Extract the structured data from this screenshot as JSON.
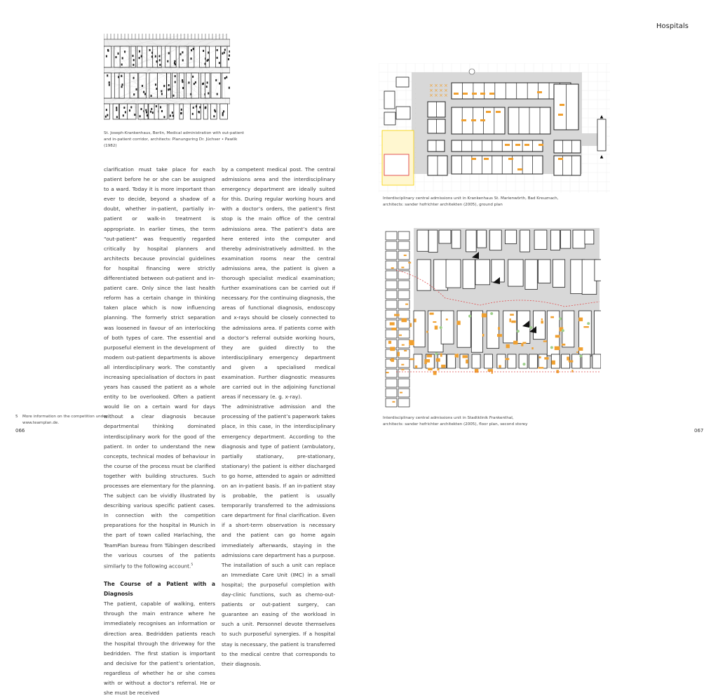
{
  "header": {
    "section": "Hospitals"
  },
  "figures": [
    {
      "caption": "St. Joseph-Krankenhaus, Berlin, Medical administration with out-patient and in-patient corridor, architects: Planungsring Dr. Jüchser • Pawlik (1982)"
    },
    {
      "caption_line1": "Interdisciplinary central admissions unit in Krankenhaus St. Marienwörth, Bad Kreuznach,",
      "caption_line2": "architects: sander hofrichter architekten (2005), ground plan"
    },
    {
      "caption_line1": "Interdisciplinary central admissions unit in Stadtklinik Frankenthal,",
      "caption_line2": "architects: sander hofrichter architekten (2005), floor plan, second storey"
    }
  ],
  "body": {
    "col1_p1": "clarification must take place for each patient before he or she can be assigned to a ward. Today it is more important than ever to decide, beyond a shadow of a doubt, whether in-patient, partially in-patient or walk-in treatment is appropriate. In earlier times, the term “out-patient” was frequently regarded critically by hospital planners and architects because provincial guidelines for hospital financing were strictly differentiated between out-patient and in-patient care. Only since the last health reform has a certain change in thinking taken place which is now influencing planning. The formerly strict separation was loosened in favour of an interlocking of both types of care. The essential and purposeful element in the development of modern out-patient departments is above all interdisciplinary work. The constantly increasing specialisation of doctors in past years has caused the patient as a whole entity to be overlooked. Often a patient would lie on a certain ward for days without a clear diagnosis because departmental thinking dominated interdisciplinary work for the good of the patient. In order to understand the new concepts, technical modes of behaviour in the course of the process must be clarified together with building structures. Such processes are elementary for the planning. The subject can be vividly illustrated by describing various specific patient cases. In connection with the competition preparations for the hospital in Munich in the part of town called Harlaching, the TeamPlan bureau from Tübingen described the various courses of the patients similarly to the following account.",
    "footnote_ref": "5",
    "heading": "The Course of a Patient with a Diagnosis",
    "col1_p2": "The patient, capable of walking, enters through the main entrance where he immediately recognises an information or direction area. Bedridden patients reach the hospital through the driveway for the bedridden. The first station is important and decisive for the patient’s orientation, regardless of whether he or she comes with or without a doctor’s referral. He or she must be received",
    "col2_p1": "by a competent medical post. The central admissions area and the interdisciplinary emergency department are ideally suited for this. During regular working hours and with a doctor’s orders, the patient’s first stop is the main office of the central admissions area. The patient’s data are here entered into the computer and thereby administratively admitted. In the examination rooms near the central admissions area, the patient is given a thorough specialist medical examination; further examinations can be carried out if necessary. For the continuing diagnosis, the areas of functional diagnosis, endoscopy and x-rays should be closely connected to the admissions area. If patients come with a doctor’s referral outside working hours, they are guided directly to the interdisciplinary emergency department and given a specialised medical examination. Further diagnostic measures are carried out in the adjoining functional areas if necessary (e. g. x-ray).",
    "col2_p2": "The administrative admission and the processing of the patient’s paperwork takes place, in this case, in the interdisciplinary emergency department. According to the diagnosis and type of patient (ambulatory, partially stationary, pre-stationary, stationary) the patient is either discharged to go home, attended to again or admitted on an in-patient basis. If an in-patient stay is probable, the patient is usually temporarily transferred to the admissions care department for final clarification. Even if a short-term observation is necessary and the patient can go home again immediately afterwards, staying in the admissions care department has a purpose. The installation of such a unit can replace an Immediate Care Unit (IMC) in a small hospital; the purposeful completion with day-clinic functions, such as chemo-out-patients or out-patient surgery, can guarantee an easing of the workload in such a unit. Personnel devote themselves to such purposeful synergies. If a hospital stay is necessary, the patient is transferred to the medical centre that corresponds to their diagnosis."
  },
  "footnote": {
    "number": "5",
    "text_line1": "More information on the competition under",
    "text_line2": "www.teamplan.de."
  },
  "page_numbers": {
    "left": "066",
    "right": "067"
  },
  "colors": {
    "accent_orange": "#f0a030",
    "plan_gray": "#d8d8d8",
    "red_line": "#e05050"
  }
}
